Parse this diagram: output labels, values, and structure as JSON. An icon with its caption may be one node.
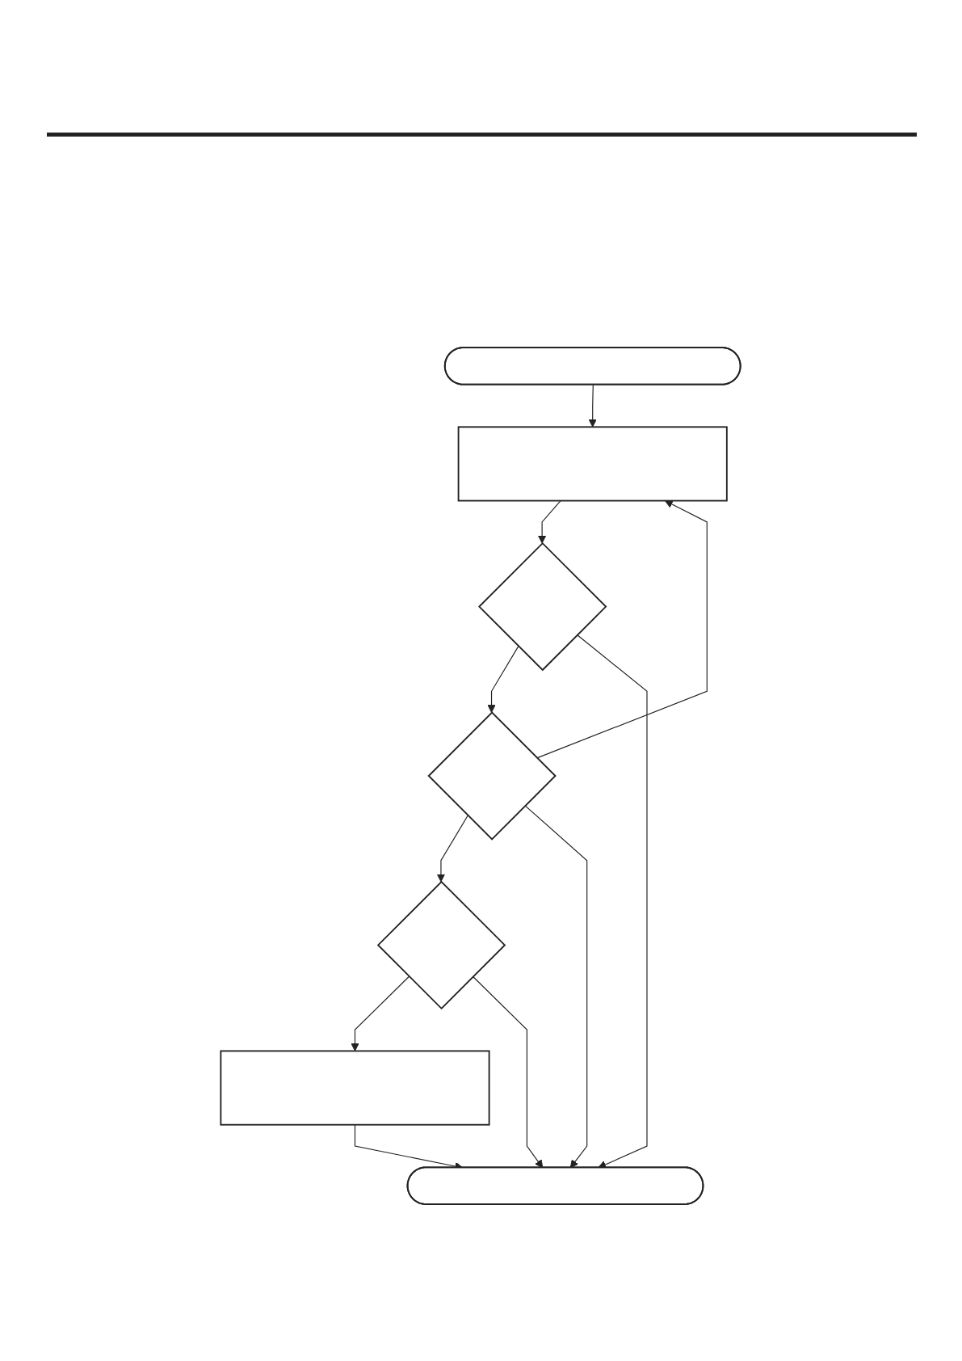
{
  "diagram": {
    "nodes": [
      {
        "text": [],
        "shape": "stadium"
      },
      {
        "text": [],
        "shape": "box"
      },
      {
        "text": [],
        "shape": "diamond"
      },
      {
        "text": [],
        "shape": "diamond"
      },
      {
        "text": [],
        "shape": "diamond"
      },
      {
        "text": [],
        "shape": "box"
      },
      {
        "text": [],
        "shape": "stadium"
      }
    ],
    "edges": [
      {
        "from": 0,
        "to": 1,
        "arrow": "to"
      },
      {
        "from": 1,
        "to": 2,
        "arrow": "to"
      },
      {
        "from": 2,
        "to": 3,
        "arrow": "to"
      },
      {
        "from": 3,
        "to": 4,
        "arrow": "to"
      },
      {
        "from": 4,
        "to": 5,
        "arrow": "to"
      },
      {
        "from": 5,
        "to": 6,
        "arrow": "to"
      },
      {
        "from": 3,
        "to": 1,
        "arrow": "to"
      },
      {
        "from": 2,
        "to": 6,
        "arrow": "to"
      },
      {
        "from": 3,
        "to": 6,
        "arrow": "to"
      },
      {
        "from": 4,
        "to": 6,
        "arrow": "to"
      }
    ]
  }
}
